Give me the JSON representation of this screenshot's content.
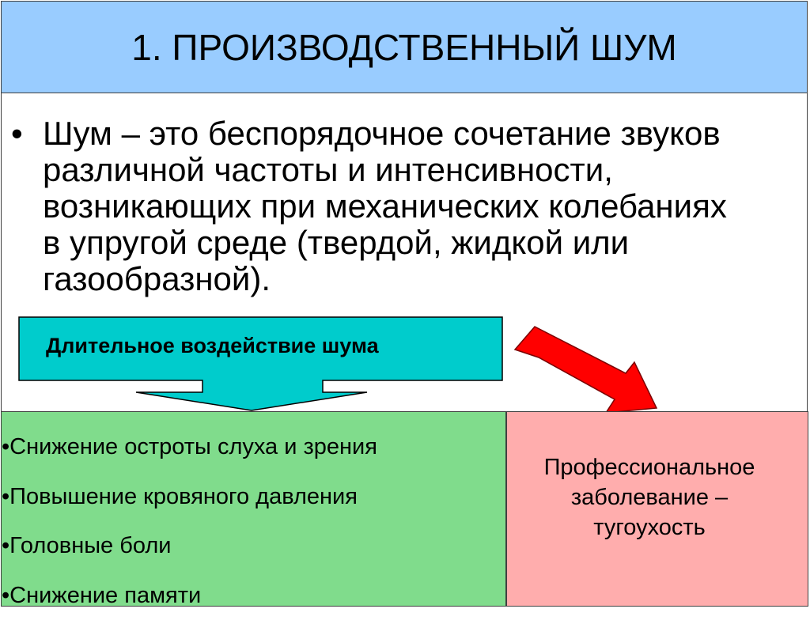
{
  "slide": {
    "title": "1. ПРОИЗВОДСТВЕННЫЙ ШУМ",
    "bullet_marker": "•",
    "bullet_lines": [
      "Шум – это беспорядочное сочетание звуков",
      "различной частоты и интенсивности,",
      "возникающих при механических колебаниях",
      "в упругой среде (твердой, жидкой или",
      "газообразной)."
    ]
  },
  "diagram": {
    "cause_label": "Длительное воздействие шума",
    "effects": [
      "•Снижение остроты слуха и зрения",
      "•Повышение кровяного давления",
      "•Головные боли",
      "•Снижение памяти"
    ],
    "disease_lines": [
      "Профессиональное",
      "заболевание –",
      "тугоухость"
    ]
  },
  "colors": {
    "header_bg": "#99ccff",
    "cyan_box": "#00cccc",
    "green_box": "#80dc8c",
    "pink_box": "#ffadad",
    "red_arrow": "#ff0000"
  },
  "icons": {
    "cause_box": "down-arrow-callout",
    "red_arrow": "bent-arrow-down-right"
  }
}
